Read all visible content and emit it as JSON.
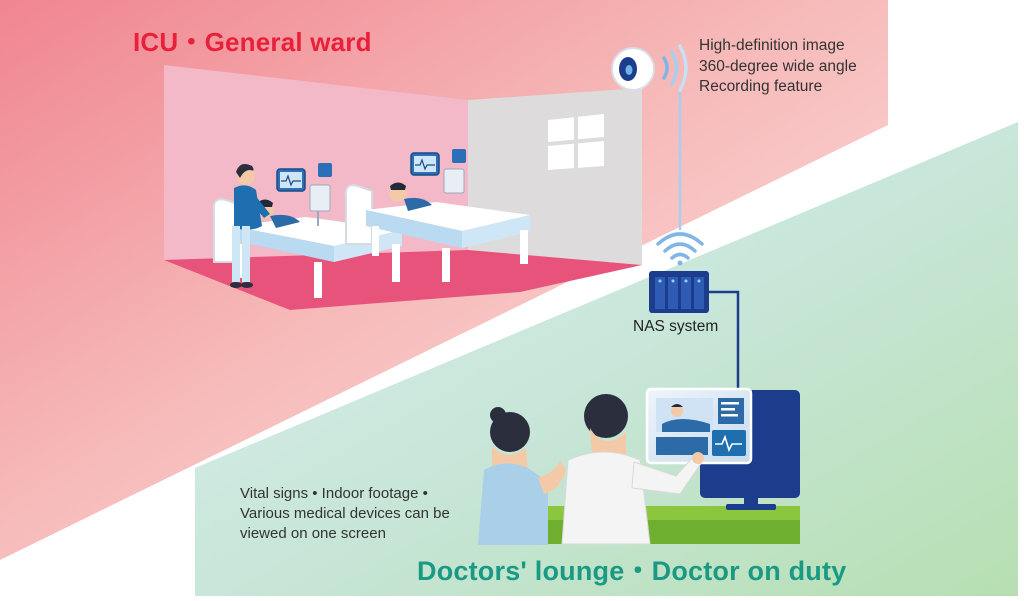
{
  "ward": {
    "title": "ICU・General ward"
  },
  "camera": {
    "features": [
      "High-definition image",
      "360-degree wide angle",
      "Recording feature"
    ]
  },
  "nas": {
    "label": "NAS system"
  },
  "screen_info": {
    "lines": [
      "Vital signs • Indoor footage •",
      "Various medical devices can be",
      "viewed on one screen"
    ]
  },
  "lounge": {
    "title": "Doctors' lounge・Doctor on duty"
  },
  "colors": {
    "ward_red": "#e8203a",
    "lounge_green": "#1a9a84",
    "nas_blue": "#1c3d8c",
    "wifi_blue": "#7fb6e6"
  }
}
